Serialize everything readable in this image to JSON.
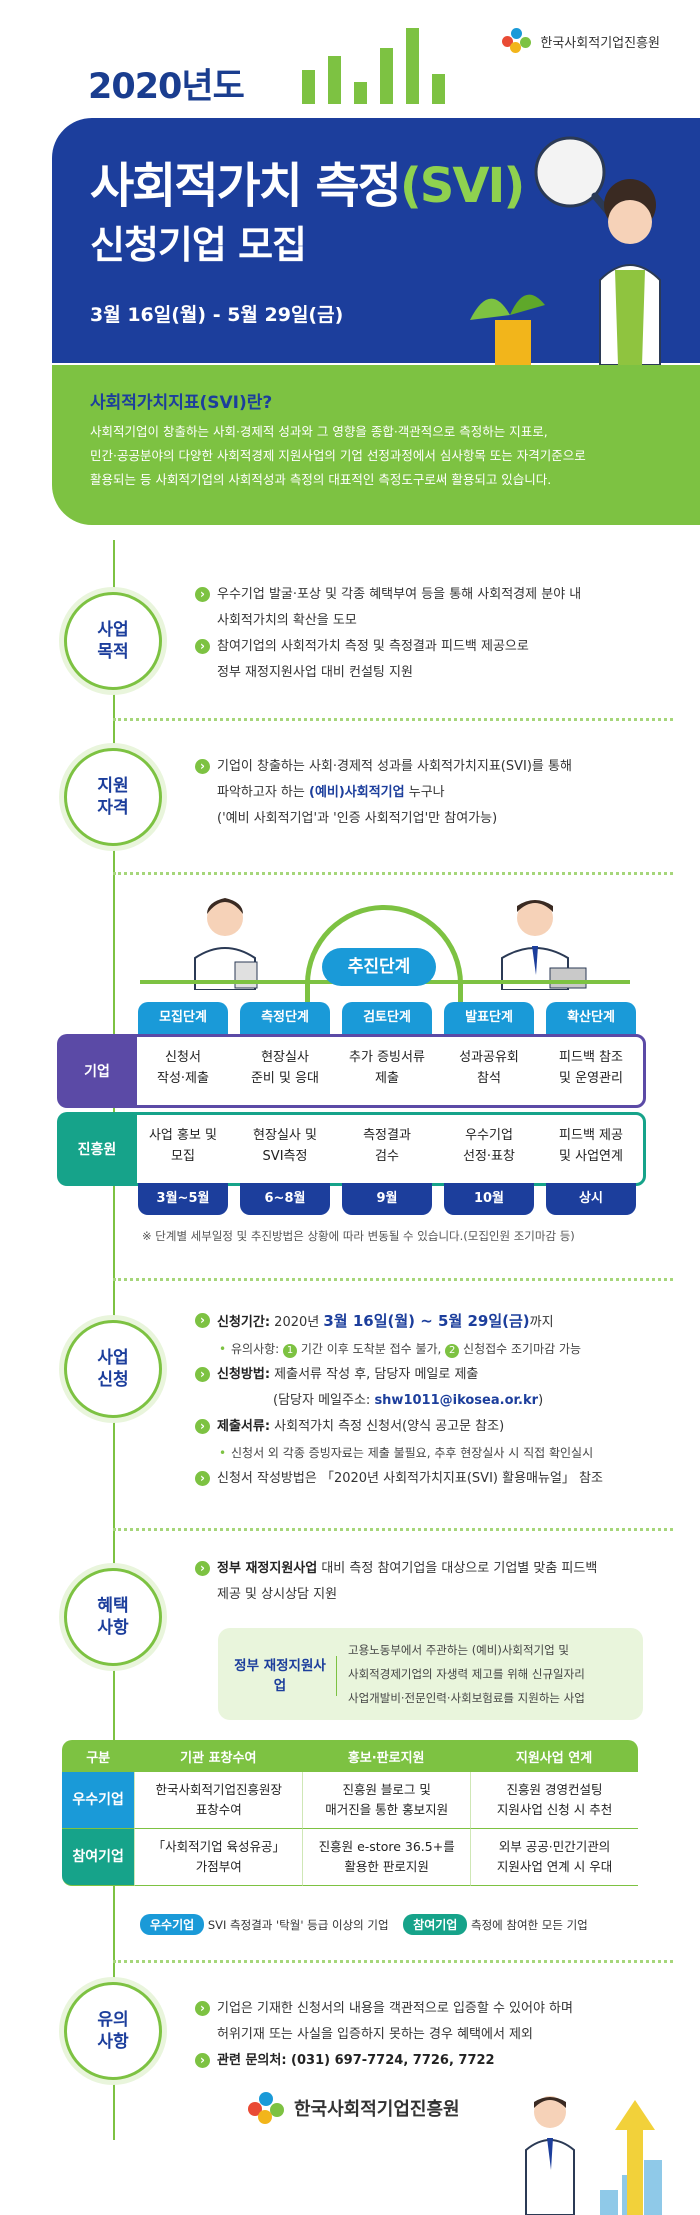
{
  "header": {
    "org_name": "한국사회적기업진흥원",
    "year": "2020년도",
    "title_main": "사회적가치 측정",
    "title_svi": "(SVI)",
    "title_sub": "신청기업 모집",
    "dates": "3월 16일(월) - 5월 29일(금)"
  },
  "svi": {
    "title": "사회적가치지표(SVI)란?",
    "desc_1": "사회적기업이 창출하는 사회·경제적 성과와 그 영향을 종합·객관적으로 측정하는 지표로,",
    "desc_2": "민간·공공분야의 다양한 사회적경제 지원사업의 기업 선정과정에서 심사항목 또는 자격기준으로",
    "desc_3": "활용되는 등 사회적기업의 사회적성과 측정의 대표적인 측정도구로써 활용되고 있습니다."
  },
  "purpose": {
    "label": "사업 목적",
    "b1_l1": "우수기업 발굴·포상 및 각종 혜택부여 등을 통해 사회적경제 분야 내",
    "b1_l2": "사회적가치의 확산을 도모",
    "b2_l1": "참여기업의 사회적가치 측정 및 측정결과 피드백 제공으로",
    "b2_l2": "정부 재정지원사업 대비 컨설팅 지원"
  },
  "eligibility": {
    "label": "지원 자격",
    "l1": "기업이 창출하는 사회·경제적 성과를 사회적가치지표(SVI)를 통해",
    "l2_pre": "파악하고자 하는 ",
    "l2_hl": "(예비)사회적기업",
    "l2_post": " 누구나",
    "l3": "('예비 사회적기업'과 '인증 사회적기업'만 참여가능)"
  },
  "process": {
    "label": "추진단계",
    "stages": [
      "모집단계",
      "측정단계",
      "검토단계",
      "발표단계",
      "확산단계"
    ],
    "company_label": "기업",
    "company": [
      [
        "신청서",
        "작성·제출"
      ],
      [
        "현장실사",
        "준비 및 응대"
      ],
      [
        "추가 증빙서류",
        "제출"
      ],
      [
        "성과공유회",
        "참석"
      ],
      [
        "피드백 참조",
        "및 운영관리"
      ]
    ],
    "agency_label": "진흥원",
    "agency": [
      [
        "사업 홍보 및",
        "모집"
      ],
      [
        "현장실사 및",
        "SVI측정"
      ],
      [
        "측정결과",
        "검수"
      ],
      [
        "우수기업",
        "선정·표창"
      ],
      [
        "피드백 제공",
        "및 사업연계"
      ]
    ],
    "periods": [
      "3월~5월",
      "6~8월",
      "9월",
      "10월",
      "상시"
    ],
    "note": "※ 단계별 세부일정 및 추진방법은 상황에 따라 변동될 수 있습니다.(모집인원 조기마감 등)"
  },
  "apply": {
    "label": "사업 신청",
    "period_key": "신청기간:",
    "period_pre": " 2020년 ",
    "period_hl": "3월 16일(월) ~ 5월 29일(금)",
    "period_post": "까지",
    "note_pre": "유의사항: ",
    "note_1": "기간 이후 도착분 접수 불가,",
    "note_2": "신청접수 조기마감 가능",
    "method_key": "신청방법:",
    "method_val": " 제출서류 작성 후, 담당자 메일로 제출",
    "mail_pre": "(담당자 메일주소: ",
    "mail_val": "shw1011@ikosea.or.kr",
    "mail_post": ")",
    "docs_key": "제출서류:",
    "docs_val": " 사회적가치 측정 신청서(양식 공고문 참조)",
    "docs_note": "신청서 외 각종 증빙자료는 제출 불필요, 추후 현장실사 시 직접 확인실시",
    "guide_pre": "신청서 작성방법은 ",
    "guide_val": "「2020년 사회적가치지표(SVI) 활용매뉴얼」",
    "guide_post": " 참조"
  },
  "benefit": {
    "label": "혜택 사항",
    "l1_b": "정부 재정지원사업",
    "l1": " 대비 측정 참여기업을 대상으로 기업별 맞춤 피드백",
    "l2": "제공 및 상시상담 지원",
    "gov_label": "정부 재정지원사업",
    "gov_1": "고용노동부에서 주관하는 (예비)사회적기업 및",
    "gov_2": "사회적경제기업의 자생력 제고를 위해 신규일자리",
    "gov_3": "사업개발비·전문인력·사회보험료를 지원하는 사업",
    "table_headers": [
      "구분",
      "기관 표창수여",
      "홍보·판로지원",
      "지원사업 연계"
    ],
    "row1_label": "우수기업",
    "row1": [
      [
        "한국사회적기업진흥원장",
        "표창수여"
      ],
      [
        "진흥원 블로그 및",
        "매거진을 통한 홍보지원"
      ],
      [
        "진흥원 경영컨설팅",
        "지원사업 신청 시 추천"
      ]
    ],
    "row2_label": "참여기업",
    "row2": [
      [
        "「사회적기업 육성유공」",
        "가점부여"
      ],
      [
        "진흥원 e-store 36.5+를",
        "활용한 판로지원"
      ],
      [
        "외부 공공·민간기관의",
        "지원사업 연계 시 우대"
      ]
    ],
    "legend1_tag": "우수기업",
    "legend1": "SVI 측정결과 '탁월' 등급 이상의 기업",
    "legend2_tag": "참여기업",
    "legend2": "측정에 참여한 모든 기업"
  },
  "caution": {
    "label": "유의 사항",
    "l1": "기업은 기재한 신청서의 내용을 객관적으로 입증할 수 있어야 하며",
    "l2": "허위기재 또는 사실을 입증하지 못하는 경우 혜택에서 제외",
    "contact_key": "관련 문의처:",
    "contact_val": " (031) 697-7724, 7726, 7722"
  },
  "footer": {
    "org_name": "한국사회적기업진흥원"
  },
  "colors": {
    "navy": "#1c3e9c",
    "green": "#7dc242",
    "sky": "#1a9ad8",
    "purple": "#5b4aa6",
    "teal": "#16a38a"
  }
}
